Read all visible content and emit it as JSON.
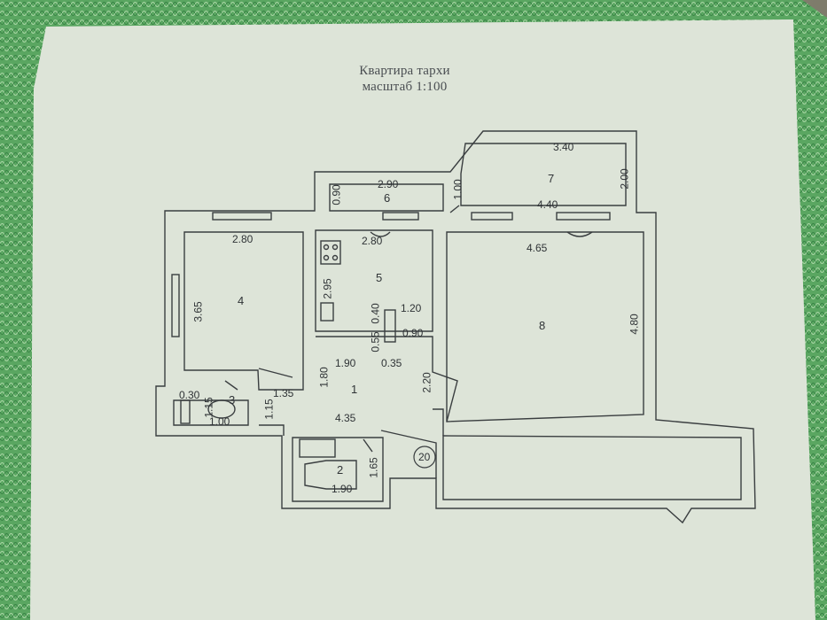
{
  "title": "Квартира тархи",
  "scale": "масштаб 1:100",
  "colors": {
    "paper": "#dfe6da",
    "border_green": "#4a9a55",
    "wall_line": "#3a3e40",
    "text": "#2f3336"
  },
  "rooms": [
    {
      "number": "1"
    },
    {
      "number": "2"
    },
    {
      "number": "3"
    },
    {
      "number": "4"
    },
    {
      "number": "5"
    },
    {
      "number": "6"
    },
    {
      "number": "7"
    },
    {
      "number": "8"
    }
  ],
  "dimensions": {
    "r7_top": "3.40",
    "r7_side": "2.00",
    "r7_bottom": "4.40",
    "r6_top": "2.90",
    "r6_left": "0.90",
    "r6_diag": "1.00",
    "r4_top": "2.80",
    "r4_side": "3.65",
    "r5_top": "2.80",
    "r5_side": "2.95",
    "r5_a": "0.40",
    "r5_b": "1.20",
    "r5_c": "0.90",
    "r5_d": "0.55",
    "r5_e": "0.35",
    "r8_top": "4.65",
    "r8_side": "4.80",
    "r1_a": "1.90",
    "r1_b": "1.80",
    "r1_c": "2.20",
    "r1_bottom": "4.35",
    "r3_a": "0.30",
    "r3_b": "1.15",
    "r3_c": "1.00",
    "r3_d": "1.35",
    "r3_e": "1.15",
    "r2_side": "1.65",
    "r2_bottom": "1.90"
  },
  "stamp_number": "20"
}
